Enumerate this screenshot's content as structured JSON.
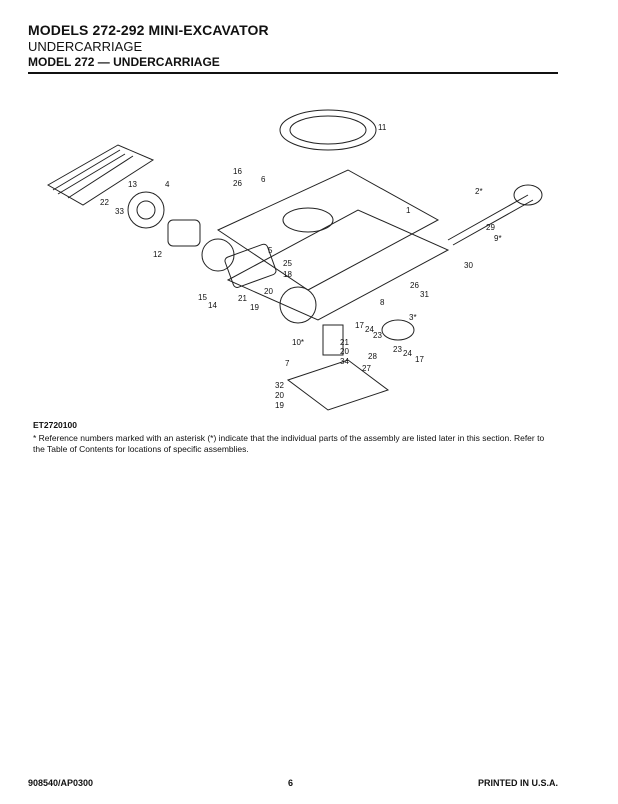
{
  "header": {
    "title": "MODELS 272-292 MINI-EXCAVATOR",
    "section": "UNDERCARRIAGE",
    "subsection": "MODEL 272 — UNDERCARRIAGE"
  },
  "figure": {
    "id": "ET2720100",
    "callouts": [
      "11",
      "16",
      "6",
      "26",
      "13",
      "4",
      "2*",
      "22",
      "33",
      "1",
      "12",
      "5",
      "25",
      "18",
      "29",
      "9*",
      "30",
      "15",
      "14",
      "21",
      "20",
      "19",
      "26",
      "31",
      "8",
      "17",
      "24",
      "23",
      "3*",
      "10*",
      "21",
      "20",
      "34",
      "28",
      "27",
      "23",
      "24",
      "17",
      "7",
      "32",
      "20",
      "19"
    ]
  },
  "note": "* Reference numbers marked with an asterisk (*) indicate that the individual parts of the assembly are listed later in this section. Refer to the Table of Contents for locations of specific assemblies.",
  "footer": {
    "left": "908540/AP0300",
    "center": "6",
    "right": "PRINTED IN U.S.A."
  }
}
